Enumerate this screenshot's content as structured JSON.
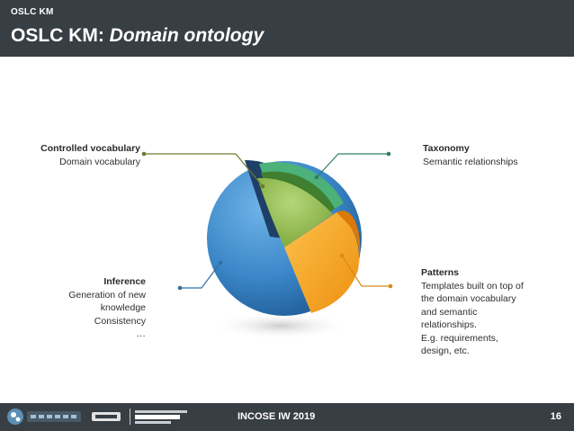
{
  "header": {
    "breadcrumb": "OSLC KM",
    "title_prefix": "OSLC KM: ",
    "title_emphasis": "Domain ontology"
  },
  "labels": {
    "controlled_vocabulary": {
      "heading": "Controlled vocabulary",
      "lines": [
        "Domain vocabulary"
      ]
    },
    "taxonomy": {
      "heading": "Taxonomy",
      "lines": [
        "Semantic relationships"
      ]
    },
    "inference": {
      "heading": "Inference",
      "lines": [
        "Generation of new",
        "knowledge",
        "Consistency",
        "…"
      ]
    },
    "patterns": {
      "heading": "Patterns",
      "lines": [
        "Templates built on top of",
        "the domain vocabulary",
        "and semantic",
        "relationships.",
        "E.g. requirements,",
        "design, etc."
      ]
    }
  },
  "colors": {
    "header_bg": "#373e44",
    "sphere_blue": "#3b87c8",
    "sphere_green": "#8ab544",
    "sphere_orange": "#f4a31c",
    "sphere_teal": "#4cb27a",
    "connector_olive": "#6d7a2e",
    "connector_teal": "#2f7d6a",
    "connector_orange": "#d9891a",
    "connector_blue": "#2e6fa7"
  },
  "footer": {
    "logos": [
      "the-reuse-company-logo",
      "uc3m-logo",
      "universidad-carlos-iii-logo"
    ],
    "event": "INCOSE IW 2019",
    "page_number": "16"
  }
}
